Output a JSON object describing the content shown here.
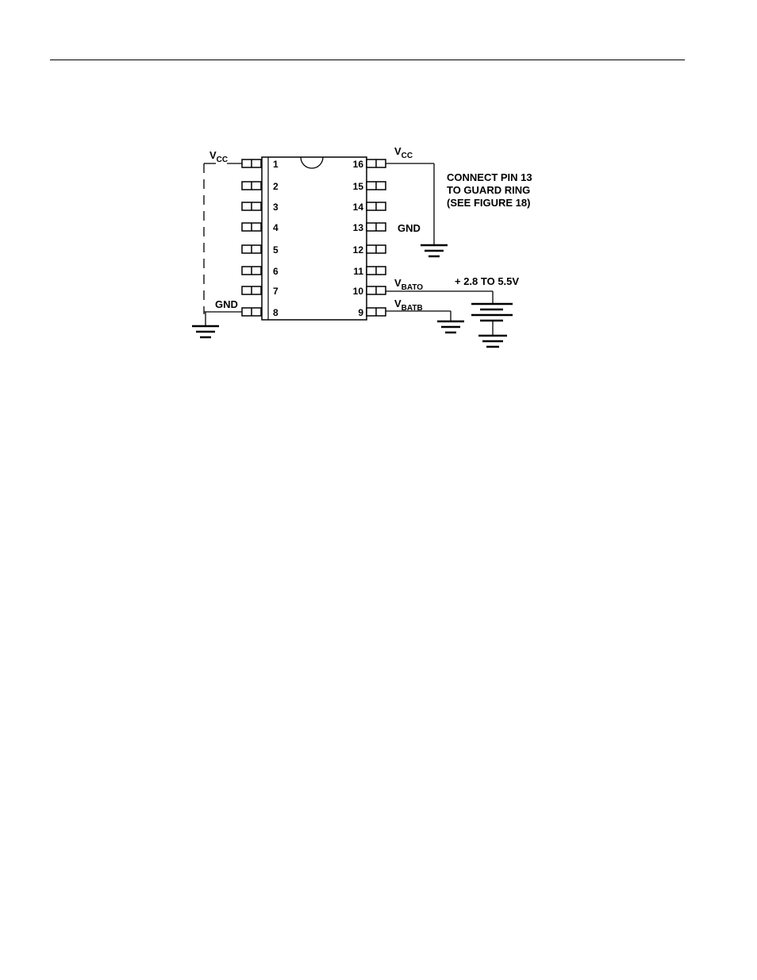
{
  "left_pins": [
    "1",
    "2",
    "3",
    "4",
    "5",
    "6",
    "7",
    "8"
  ],
  "right_pins": [
    "16",
    "15",
    "14",
    "13",
    "12",
    "11",
    "10",
    "9"
  ],
  "labels": {
    "vcc_left": {
      "main": "V",
      "sub": "CC"
    },
    "vcc_right": {
      "main": "V",
      "sub": "CC"
    },
    "gnd_left": "GND",
    "gnd_right": "GND",
    "vbato": {
      "main": "V",
      "sub": "BATO"
    },
    "vbatb": {
      "main": "V",
      "sub": "BATB"
    },
    "battery_voltage": "+ 2.8 TO 5.5V",
    "note": [
      "CONNECT PIN 13",
      "TO GUARD RING",
      "(SEE FIGURE 18)"
    ]
  }
}
